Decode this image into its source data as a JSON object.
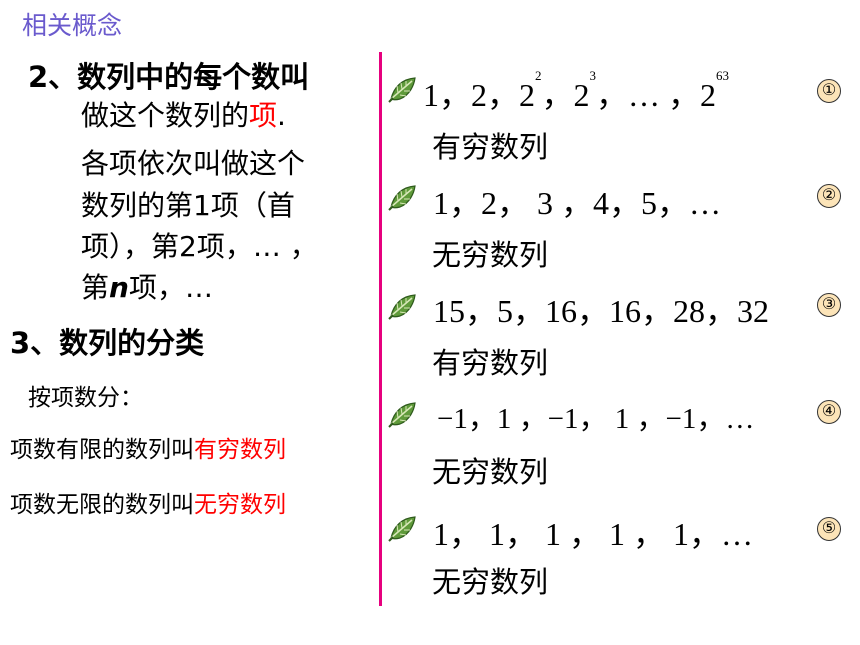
{
  "title": "相关概念",
  "section2": {
    "heading": "2、数列中的每个数叫",
    "line1_pre": "做这个数列的",
    "line1_term": "项",
    "line1_post": ".",
    "lines": [
      "各项依次叫做这个",
      "数列的第1项（首",
      "项），第2项，… ，"
    ],
    "last_pre": "第",
    "last_n": "n",
    "last_post": "项，…"
  },
  "section3": {
    "heading": "3、数列的分类",
    "sub": "按项数分：",
    "row1_pre": "项数有限的数列叫",
    "row1_red": "有穷数列",
    "row2_pre": "项数无限的数列叫",
    "row2_red": "无穷数列"
  },
  "colors": {
    "title": "#6a5acd",
    "highlight": "#ff0000",
    "divider": "#e6007e",
    "badge": "#fce4b8"
  },
  "examples": [
    {
      "seq1": {
        "a": "1，2，2",
        "e1": "2",
        "b": "，2",
        "e2": "3",
        "c": "，… ，2",
        "e3": "63"
      },
      "label": "有穷数列",
      "num": "①",
      "icon": "leaf-icon"
    },
    {
      "seq": "1，2， 3 ，4，5，…",
      "label": "无穷数列",
      "num": "②",
      "icon": "leaf-icon"
    },
    {
      "seq": "15，5，16，16，28，32",
      "label": "有穷数列",
      "num": "③",
      "icon": "leaf-icon"
    },
    {
      "seq": "−1，1 ，−1， 1 ，−1，…",
      "label": "无穷数列",
      "num": "④",
      "icon": "leaf-icon"
    },
    {
      "seq": "1， 1， 1 ， 1 ， 1，…",
      "label": "无穷数列",
      "num": "⑤",
      "icon": "leaf-icon"
    }
  ]
}
